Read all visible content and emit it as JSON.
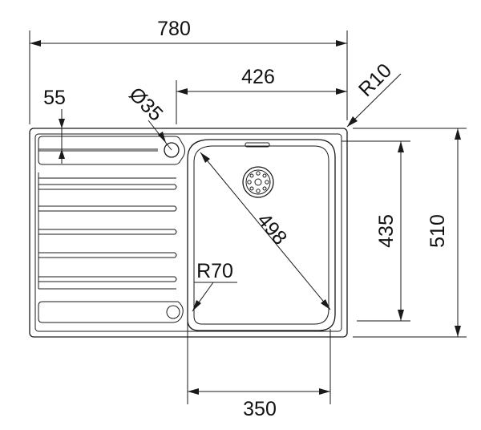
{
  "dimensions": {
    "overall_width": "780",
    "bowl_offset_width": "426",
    "corner_radius_outer": "R10",
    "drainer_offset": "55",
    "tap_hole_diameter": "Ø35",
    "bowl_diagonal": "498",
    "bowl_corner_radius": "R70",
    "bowl_depth": "435",
    "overall_depth": "510",
    "bowl_width": "350"
  }
}
